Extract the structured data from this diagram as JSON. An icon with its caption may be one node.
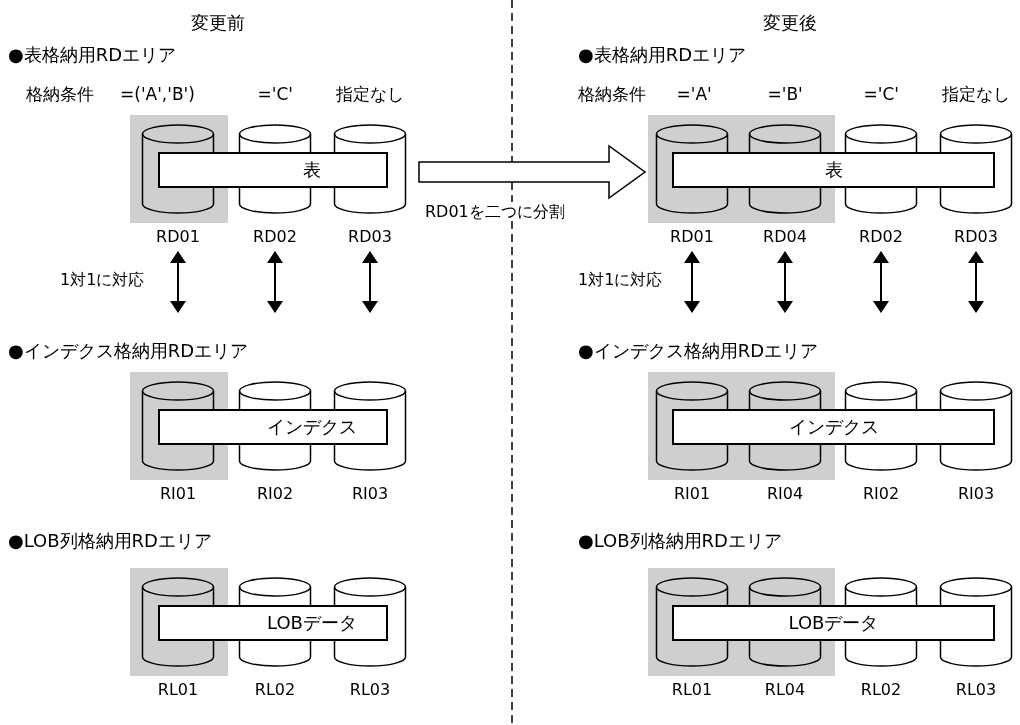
{
  "diagram": {
    "nodes": [
      {
        "text": [],
        "shape": "box"
      },
      {
        "text": [],
        "shape": "cylinder",
        "in": 0
      },
      {
        "text": [],
        "shape": "cylinder"
      },
      {
        "text": [],
        "shape": "cylinder"
      },
      {
        "text": [
          "表"
        ]
      },
      {
        "text": [
          "RD01"
        ]
      },
      {
        "text": [
          "RD02"
        ]
      },
      {
        "text": [
          "RD03"
        ]
      },
      {
        "text": [],
        "shape": "box"
      },
      {
        "text": [],
        "shape": "cylinder",
        "in": 8
      },
      {
        "text": [],
        "shape": "cylinder"
      },
      {
        "text": [],
        "shape": "cylinder"
      },
      {
        "text": [
          "インデクス"
        ]
      },
      {
        "text": [
          "RI01"
        ]
      },
      {
        "text": [
          "RI02"
        ]
      },
      {
        "text": [
          "RI03"
        ]
      },
      {
        "text": [],
        "shape": "box"
      },
      {
        "text": [],
        "shape": "cylinder",
        "in": 16
      },
      {
        "text": [],
        "shape": "cylinder"
      },
      {
        "text": [],
        "shape": "cylinder"
      },
      {
        "text": [
          "LOBデータ"
        ]
      },
      {
        "text": [
          "RL01"
        ]
      },
      {
        "text": [
          "RL02"
        ]
      },
      {
        "text": [
          "RL03"
        ]
      },
      {
        "text": [],
        "shape": "box"
      },
      {
        "text": [],
        "shape": "cylinder",
        "in": 24
      },
      {
        "text": [],
        "shape": "cylinder",
        "in": 24
      },
      {
        "text": [],
        "shape": "cylinder"
      },
      {
        "text": [],
        "shape": "cylinder"
      },
      {
        "text": [
          "表"
        ]
      },
      {
        "text": [
          "RD01"
        ]
      },
      {
        "text": [
          "RD04"
        ]
      },
      {
        "text": [
          "RD02"
        ]
      },
      {
        "text": [
          "RD03"
        ]
      },
      {
        "text": [],
        "shape": "box"
      },
      {
        "text": [],
        "shape": "cylinder",
        "in": 34
      },
      {
        "text": [],
        "shape": "cylinder",
        "in": 34
      },
      {
        "text": [],
        "shape": "cylinder"
      },
      {
        "text": [],
        "shape": "cylinder"
      },
      {
        "text": [
          "インデクス"
        ]
      },
      {
        "text": [
          "RI01"
        ]
      },
      {
        "text": [
          "RI04"
        ]
      },
      {
        "text": [
          "RI02"
        ]
      },
      {
        "text": [
          "RI03"
        ]
      },
      {
        "text": [],
        "shape": "box"
      },
      {
        "text": [],
        "shape": "cylinder",
        "in": 44
      },
      {
        "text": [],
        "shape": "cylinder",
        "in": 44
      },
      {
        "text": [],
        "shape": "cylinder"
      },
      {
        "text": [],
        "shape": "cylinder"
      },
      {
        "text": [
          "LOBデータ"
        ]
      },
      {
        "text": [
          "RL01"
        ]
      },
      {
        "text": [
          "RL04"
        ]
      },
      {
        "text": [
          "RL02"
        ]
      },
      {
        "text": [
          "RL03"
        ]
      }
    ],
    "edges": [
      {
        "from": 3,
        "to": 24,
        "arrow": "to",
        "label": "RD01を二つに分割"
      },
      {
        "from": 5,
        "to": null,
        "arrow": "both",
        "label": "1対1に対応"
      },
      {
        "from": 6,
        "to": null,
        "arrow": "both"
      },
      {
        "from": 7,
        "to": null,
        "arrow": "both"
      },
      {
        "from": 30,
        "to": null,
        "arrow": "both",
        "label": "1対1に対応"
      },
      {
        "from": 31,
        "to": null,
        "arrow": "both"
      },
      {
        "from": 32,
        "to": null,
        "arrow": "both"
      },
      {
        "from": 33,
        "to": null,
        "arrow": "both"
      }
    ],
    "labels": [
      "変更前",
      "●表格納用RDエリア",
      "格納条件",
      "=('A','B')",
      "='C'",
      "指定なし",
      "●インデクス格納用RDエリア",
      "●LOB列格納用RDエリア",
      "変更後",
      "●表格納用RDエリア",
      "格納条件",
      "='A'",
      "='B'",
      "='C'",
      "指定なし",
      "●インデクス格納用RDエリア",
      "●LOB列格納用RDエリア"
    ]
  }
}
